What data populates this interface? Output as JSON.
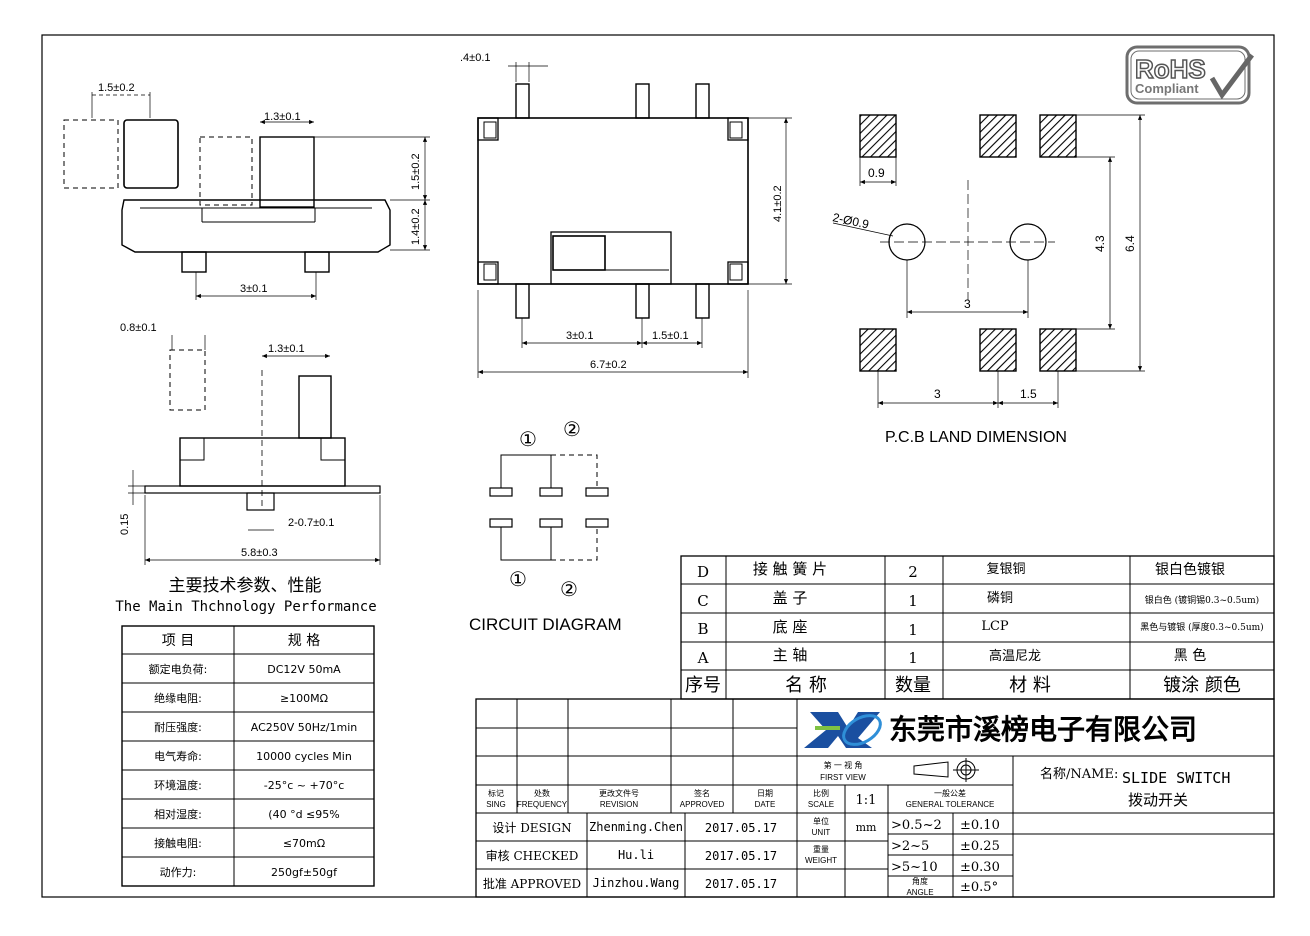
{
  "side_view": {
    "dim_top_gap": "1.5±0.2",
    "dim_knob_width": "1.3±0.1",
    "dim_knob_height": "1.5±0.2",
    "dim_body_height": "1.4±0.2",
    "dim_pin_pitch": "3±0.1"
  },
  "front_view": {
    "dim_lead": "0.8±0.1",
    "dim_knob_width": "1.3±0.1",
    "dim_thickness": "0.15",
    "dim_pins": "2-0.7±0.1",
    "dim_total_width": "5.8±0.3"
  },
  "top_view": {
    "dim_pin_width": ".4±0.1",
    "dim_height": "4.1±0.2",
    "dim_pitch_3": "3±0.1",
    "dim_pitch_15": "1.5±0.1",
    "dim_length": "6.7±0.2"
  },
  "pcb": {
    "dim_pad": "0.9",
    "dim_holes": "2-Ø0.9",
    "dim_43": "4.3",
    "dim_64": "6.4",
    "dim_3_inner": "3",
    "dim_3_bottom": "3",
    "dim_15_bottom": "1.5",
    "title": "P.C.B LAND DIMENSION"
  },
  "rohs": {
    "line1": "RoHS",
    "line2": "Compliant"
  },
  "circuit": {
    "title": "CIRCUIT DIAGRAM",
    "pin1": "①",
    "pin2": "②"
  },
  "performance": {
    "title_cn": "主要技术参数、性能",
    "title_en": "The Main Thchnology Performance",
    "header": {
      "item": "项    目",
      "spec": "规    格"
    },
    "rows": [
      {
        "item": "额定电负荷:",
        "spec": "DC12V  50mA"
      },
      {
        "item": "绝缘电阻:",
        "spec": "≥100MΩ"
      },
      {
        "item": "耐压强度:",
        "spec": "AC250V   50Hz/1min"
      },
      {
        "item": "电气寿命:",
        "spec": "10000 cycles Min"
      },
      {
        "item": "环境温度:",
        "spec": "-25°c ~ +70°c"
      },
      {
        "item": "相对湿度:",
        "spec": "(40 °d  ≤95%"
      },
      {
        "item": "接触电阻:",
        "spec": "≤70mΩ"
      },
      {
        "item": "动作力:",
        "spec": "250gf±50gf"
      }
    ]
  },
  "bom": {
    "rows": [
      {
        "id": "D",
        "name": "接 触   簧 片",
        "qty": "2",
        "material": "复银铜",
        "plating": "银白色镀银"
      },
      {
        "id": "C",
        "name": "盖         子",
        "qty": "1",
        "material": "磷铜",
        "plating": "银白色 (镀铜锡0.3~0.5um)"
      },
      {
        "id": "B",
        "name": "底         座",
        "qty": "1",
        "material": "LCP",
        "plating": "黑色与镀银 (厚度0.3~0.5um)"
      },
      {
        "id": "A",
        "name": "主         轴",
        "qty": "1",
        "material": "高温尼龙",
        "plating": "黑     色"
      }
    ],
    "header": {
      "id": "序号",
      "name": "名        称",
      "qty": "数量",
      "material": "材        料",
      "plating": "镀涂    颜色"
    }
  },
  "title_block": {
    "company": "东莞市溪榜电子有限公司",
    "rev_headers": [
      {
        "cn": "标记",
        "en": "SING"
      },
      {
        "cn": "处数",
        "en": "FREQUENCY"
      },
      {
        "cn": "更改文件号",
        "en": "REVISION"
      },
      {
        "cn": "签名",
        "en": "APPROVED"
      },
      {
        "cn": "日期",
        "en": "DATE"
      }
    ],
    "design_label": "设计 DESIGN",
    "designer": "Zhenming.Chen",
    "design_date": "2017.05.17",
    "checked_label": "审核 CHECKED",
    "checker": "Hu.li",
    "checked_date": "2017.05.17",
    "approved_label": "批准 APPROVED",
    "approver": "Jinzhou.Wang",
    "approved_date": "2017.05.17",
    "first_view_cn": "第  一  视  角",
    "first_view_en": "FIRST  VIEW",
    "scale_cn": "比例",
    "scale_en": "SCALE",
    "scale": "1:1",
    "tolerance_cn": "一般公差",
    "tolerance_en": "GENERAL  TOLERANCE",
    "unit_cn": "单位",
    "unit_en": "UNIT",
    "unit": "mm",
    "weight_cn": "重量",
    "weight_en": "WEIGHT",
    "tolerances": [
      {
        "range": ">0.5~2",
        "tol": "±0.10"
      },
      {
        "range": ">2~5",
        "tol": "±0.25"
      },
      {
        "range": ">5~10",
        "tol": "±0.30"
      }
    ],
    "angle_cn": "角度",
    "angle_en": "ANGLE",
    "angle_tol": "±0.5°",
    "name_label": "名称/NAME:",
    "name_en": "SLIDE SWITCH",
    "name_cn": "拨动开关"
  }
}
